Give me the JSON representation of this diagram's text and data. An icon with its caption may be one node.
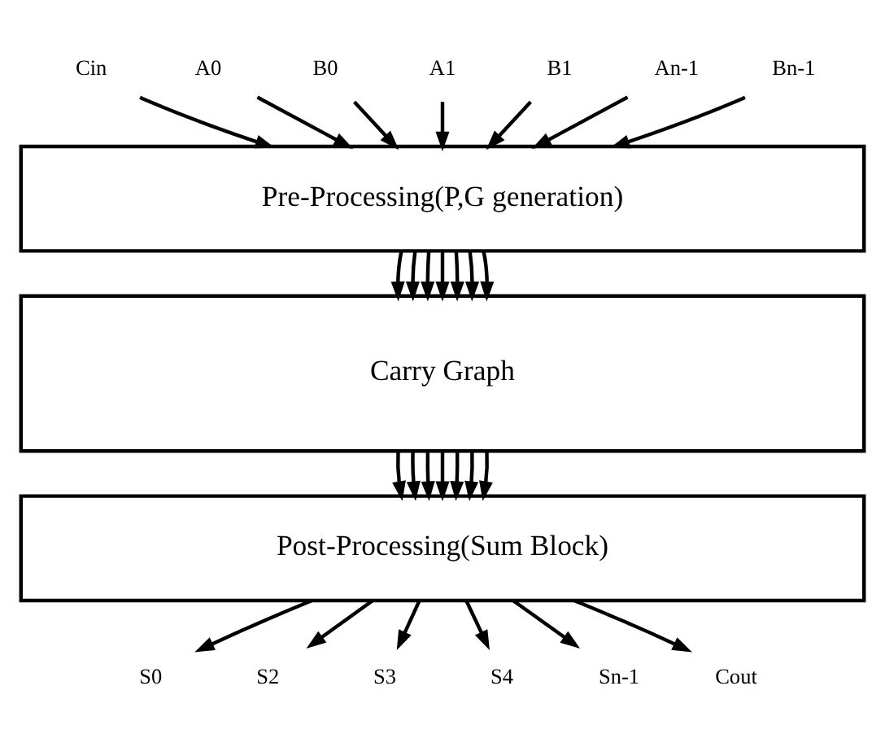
{
  "diagram": {
    "nodes": [
      {
        "text": [
          "Cin"
        ]
      },
      {
        "text": [
          "A0"
        ]
      },
      {
        "text": [
          "B0"
        ]
      },
      {
        "text": [
          "A1"
        ]
      },
      {
        "text": [
          "B1"
        ]
      },
      {
        "text": [
          "An-1"
        ]
      },
      {
        "text": [
          "Bn-1"
        ]
      },
      {
        "text": [
          "Pre-Processing(P,G generation)"
        ]
      },
      {
        "text": [
          "Carry Graph"
        ]
      },
      {
        "text": [
          "Post-Processing(Sum Block)"
        ]
      },
      {
        "text": [
          "S0"
        ]
      },
      {
        "text": [
          "S2"
        ]
      },
      {
        "text": [
          "S3"
        ]
      },
      {
        "text": [
          "S4"
        ]
      },
      {
        "text": [
          "Sn-1"
        ]
      },
      {
        "text": [
          "Cout"
        ]
      }
    ],
    "edges": [
      {
        "from": 0,
        "to": 7,
        "arrow": "to"
      },
      {
        "from": 1,
        "to": 7,
        "arrow": "to"
      },
      {
        "from": 2,
        "to": 7,
        "arrow": "to"
      },
      {
        "from": 3,
        "to": 7,
        "arrow": "to"
      },
      {
        "from": 4,
        "to": 7,
        "arrow": "to"
      },
      {
        "from": 5,
        "to": 7,
        "arrow": "to"
      },
      {
        "from": 6,
        "to": 7,
        "arrow": "to"
      },
      {
        "from": 7,
        "to": 8,
        "arrow": "to"
      },
      {
        "from": 7,
        "to": 8,
        "arrow": "to"
      },
      {
        "from": 7,
        "to": 8,
        "arrow": "to"
      },
      {
        "from": 7,
        "to": 8,
        "arrow": "to"
      },
      {
        "from": 7,
        "to": 8,
        "arrow": "to"
      },
      {
        "from": 7,
        "to": 8,
        "arrow": "to"
      },
      {
        "from": 7,
        "to": 8,
        "arrow": "to"
      },
      {
        "from": 8,
        "to": 9,
        "arrow": "to"
      },
      {
        "from": 8,
        "to": 9,
        "arrow": "to"
      },
      {
        "from": 8,
        "to": 9,
        "arrow": "to"
      },
      {
        "from": 8,
        "to": 9,
        "arrow": "to"
      },
      {
        "from": 8,
        "to": 9,
        "arrow": "to"
      },
      {
        "from": 8,
        "to": 9,
        "arrow": "to"
      },
      {
        "from": 8,
        "to": 9,
        "arrow": "to"
      },
      {
        "from": 9,
        "to": 10,
        "arrow": "to"
      },
      {
        "from": 9,
        "to": 11,
        "arrow": "to"
      },
      {
        "from": 9,
        "to": 12,
        "arrow": "to"
      },
      {
        "from": 9,
        "to": 13,
        "arrow": "to"
      },
      {
        "from": 9,
        "to": 14,
        "arrow": "to"
      },
      {
        "from": 9,
        "to": 15,
        "arrow": "to"
      }
    ]
  }
}
